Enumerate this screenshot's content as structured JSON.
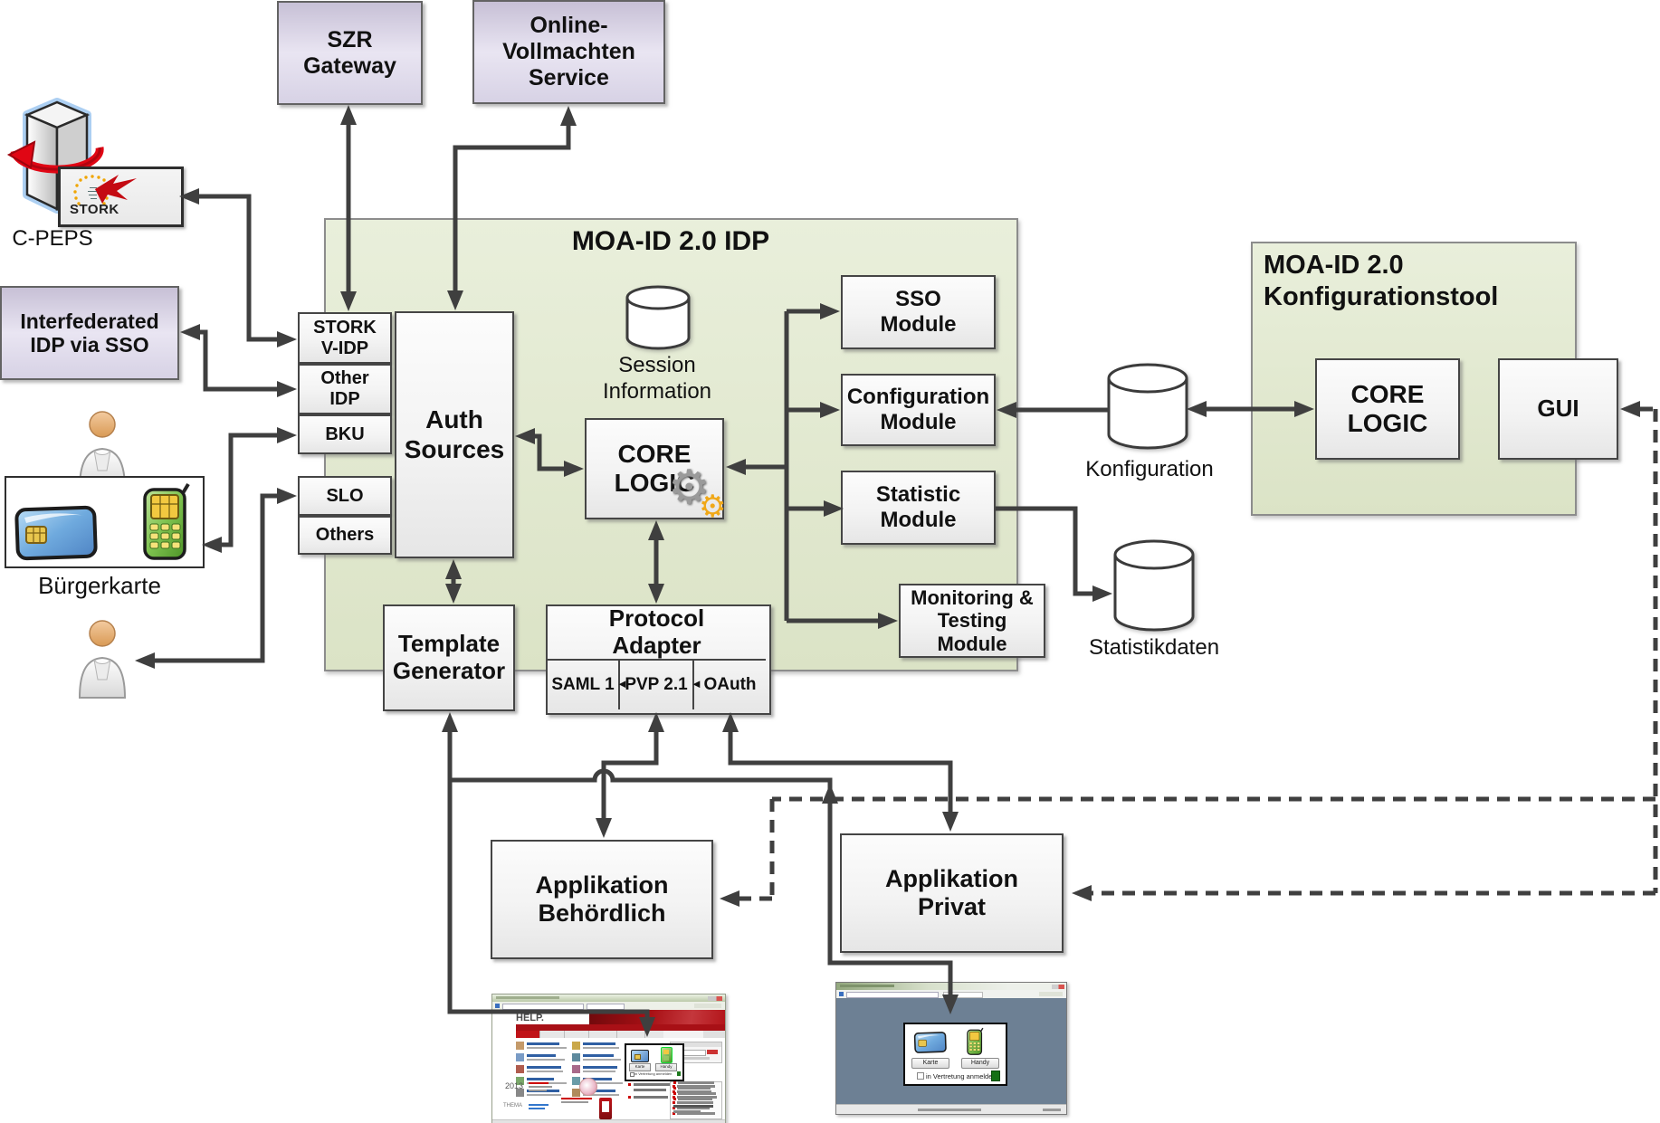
{
  "nodes": {
    "szr": "SZR\nGateway",
    "ovs": "Online-\nVollmachten\nService",
    "cpeps": "C-PEPS",
    "stork_logo": "STORK",
    "interfed": "Interfederated\nIDP via SSO",
    "buergerkarte": "Bürgerkarte",
    "idp_title": "MOA-ID 2.0 IDP",
    "stork_vidp": "STORK\nV-IDP",
    "other_idp": "Other\nIDP",
    "bku": "BKU",
    "slo": "SLO",
    "others": "Others",
    "auth_sources": "Auth\nSources",
    "session_info": "Session\nInformation",
    "core_logic": "CORE\nLOGIC",
    "sso_module": "SSO\nModule",
    "configuration_module": "Configuration\nModule",
    "statistic_module": "Statistic\nModule",
    "monitoring_module": "Monitoring &\nTesting\nModule",
    "template_generator": "Template\nGenerator",
    "protocol_adapter": "Protocol\nAdapter",
    "saml1": "SAML 1",
    "pvp21": "PVP 2.1",
    "oauth": "OAuth",
    "konfiguration": "Konfiguration",
    "statistikdaten": "Statistikdaten",
    "tool_title": "MOA-ID 2.0\nKonfigurationstool",
    "tool_core_logic": "CORE\nLOGIC",
    "gui": "GUI",
    "app_behoerdlich": "Applikation\nBehördlich",
    "app_privat": "Applikation\nPrivat"
  },
  "mini": {
    "help_logo": "HELP.",
    "help_year": "2013",
    "help_thema": "THEMA",
    "karte": "Karte",
    "handy": "Handy",
    "vertretung": "in Vertretung anmelden"
  },
  "icons": {
    "gear_big": "⚙",
    "gear_small": "⚙",
    "cell_arrow": "◄"
  },
  "colors": {
    "line": "#3f3f3f",
    "green_box": "#e3ead1",
    "lavender_box": "#d9d3e6",
    "accent_red": "#ab1016",
    "app_background": "#6d8094"
  }
}
